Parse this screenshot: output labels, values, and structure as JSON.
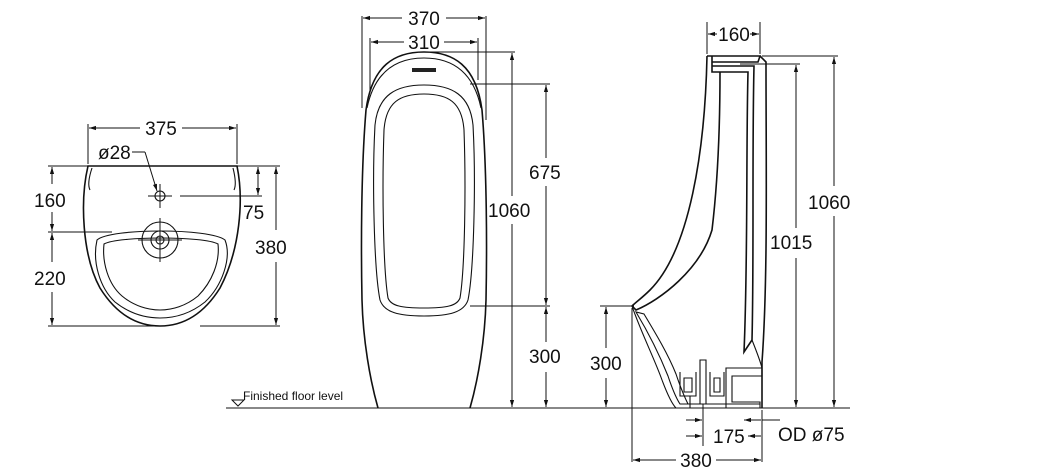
{
  "dimensions": {
    "top_width": "375",
    "outlet_dia": "ø28",
    "top_160": "160",
    "top_75": "75",
    "top_220": "220",
    "top_380": "380",
    "front_370": "370",
    "front_310": "310",
    "front_675": "675",
    "front_1060": "1060",
    "front_300": "300",
    "side_160": "160",
    "side_1060": "1060",
    "side_1015": "1015",
    "side_300": "300",
    "side_175": "175",
    "side_od": "OD ø75",
    "side_380": "380"
  },
  "floor_label": "Finished floor level"
}
